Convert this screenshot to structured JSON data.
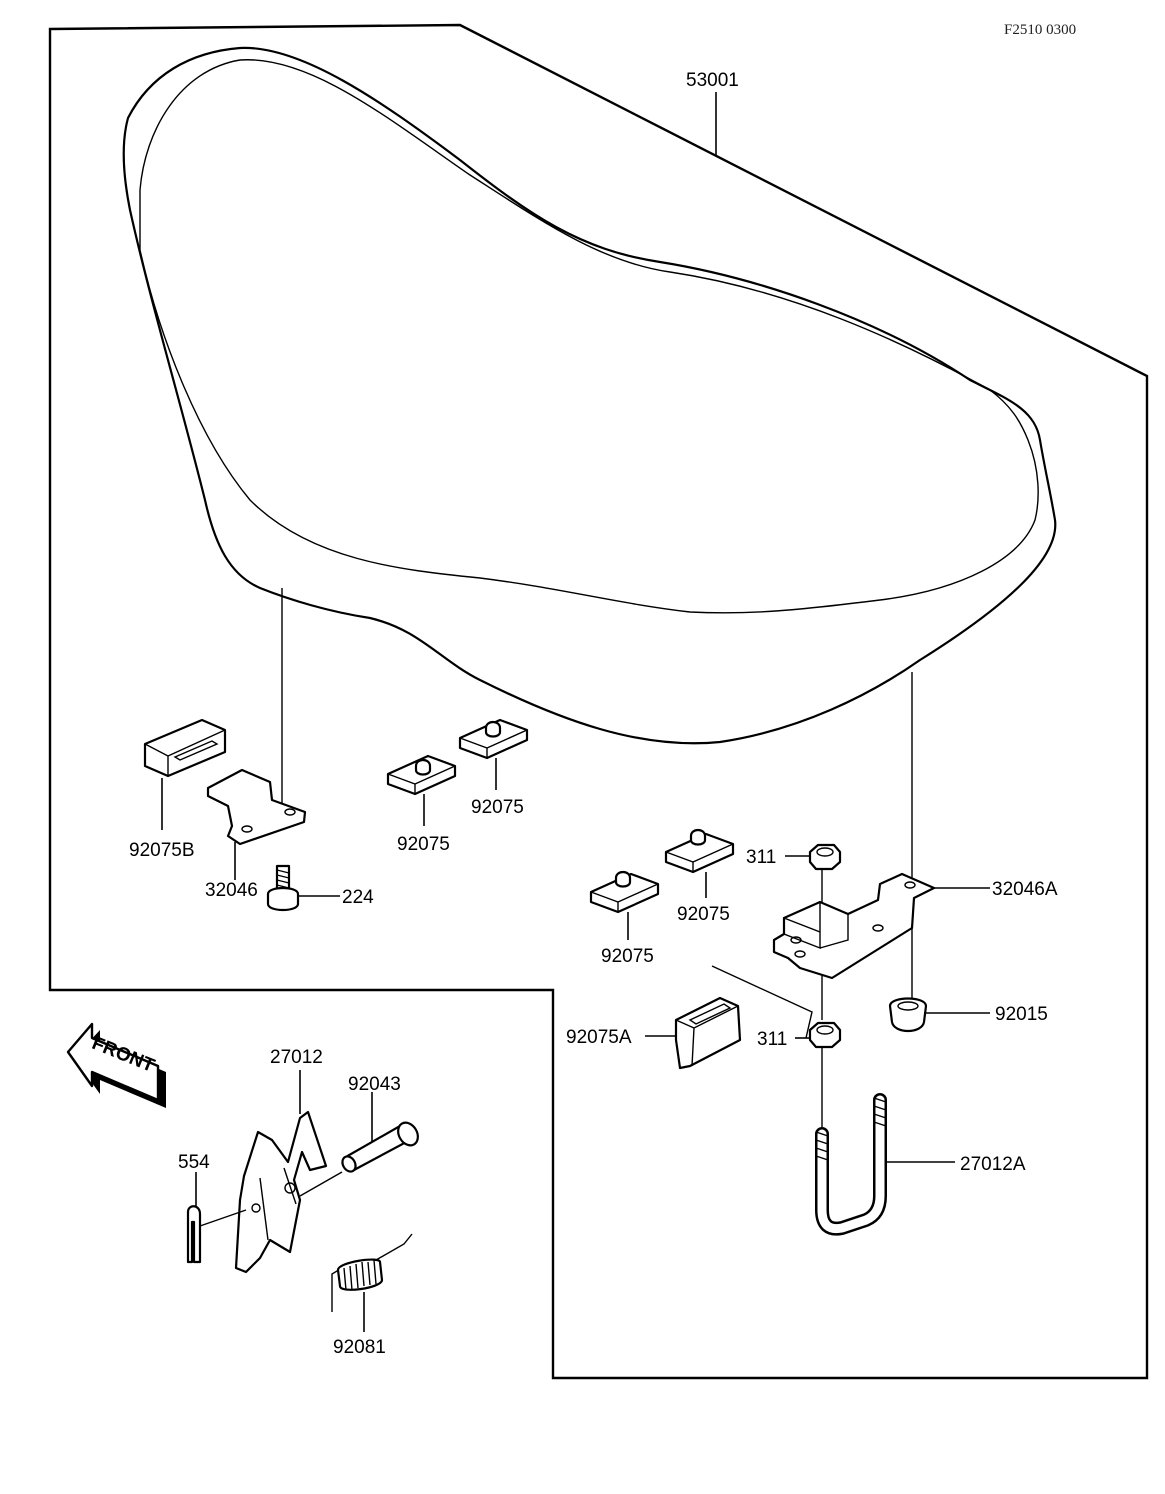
{
  "figure_code": "F2510 0300",
  "front_label": "FRONT",
  "labels": {
    "seat": "53001",
    "damper_b": "92075B",
    "bracket_left": "32046",
    "bolt": "224",
    "damper_1": "92075",
    "damper_2": "92075",
    "damper_3": "92075",
    "damper_4": "92075",
    "nut_top": "311",
    "bracket_right": "32046A",
    "collar": "92015",
    "damper_a": "92075A",
    "nut_bottom": "311",
    "u_bolt": "27012A",
    "hook": "27012",
    "pin": "92043",
    "cotter_pin": "554",
    "spring": "92081"
  }
}
